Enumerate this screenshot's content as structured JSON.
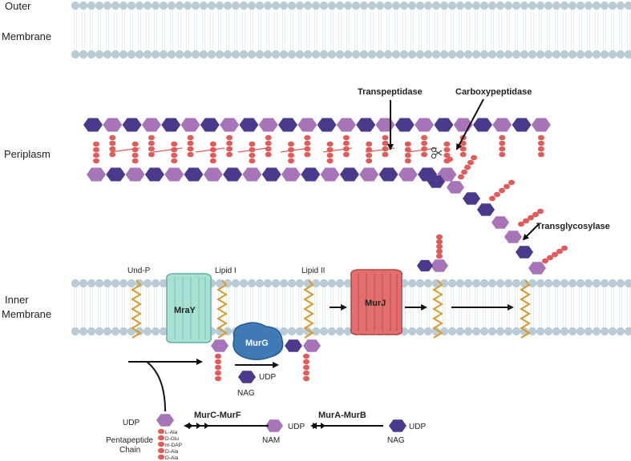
{
  "regions": {
    "outer_membrane": [
      "Outer",
      "Membrane"
    ],
    "periplasm": "Periplasm",
    "inner_membrane": [
      "Inner",
      "Membrane"
    ]
  },
  "enzymes": {
    "transpeptidase": "Transpeptidase",
    "carboxypeptidase": "Carboxypeptidase",
    "transglycosylase": "Transglycosylase",
    "mray": "MraY",
    "murg": "MurG",
    "murj": "MurJ",
    "murc_murf": "MurC-MurF",
    "mura_murb": "MurA-MurB"
  },
  "lipids": {
    "und_p": "Und-P",
    "lipid_i": "Lipid I",
    "lipid_ii": "Lipid II"
  },
  "sugars": {
    "nag": "NAG",
    "nam": "NAM",
    "udp": "UDP"
  },
  "pentapeptide": {
    "title": [
      "Pentapeptide",
      "Chain"
    ],
    "residues": [
      "L-Ala",
      "D-Glu",
      "m-DAP",
      "D-Ala",
      "D-Ala"
    ]
  },
  "colors": {
    "nag": "#4b3a8c",
    "nam": "#a874b8",
    "peptide": "#e15b5b",
    "membrane_head": "#b9ccd6",
    "mray": "#a8e0d4",
    "murg": "#3f79b6",
    "murj": "#e26e6e",
    "lipid": "#d99a2b"
  }
}
